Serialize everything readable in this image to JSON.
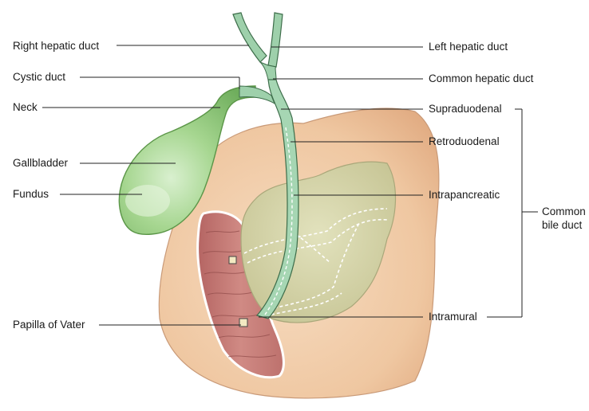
{
  "labels": {
    "right_hepatic_duct": "Right hepatic duct",
    "cystic_duct": "Cystic duct",
    "neck": "Neck",
    "gallbladder": "Gallbladder",
    "fundus": "Fundus",
    "papilla_of_vater": "Papilla of Vater",
    "left_hepatic_duct": "Left hepatic duct",
    "common_hepatic_duct": "Common hepatic duct",
    "supraduodenal": "Supraduodenal",
    "retroduodenal": "Retroduodenal",
    "intrapancreatic": "Intrapancreatic",
    "intramural": "Intramural",
    "common_bile_duct_line1": "Common",
    "common_bile_duct_line2": "bile duct"
  },
  "colors": {
    "gallbladder": "#8cc97a",
    "gallbladder_highlight": "#d7efcc",
    "duodenum_outer": "#f0c9a6",
    "duodenum_inner": "#c87a78",
    "pancreas": "#d3d2a5",
    "bile_duct": "#9ed0ab",
    "leader_line": "#222222"
  }
}
